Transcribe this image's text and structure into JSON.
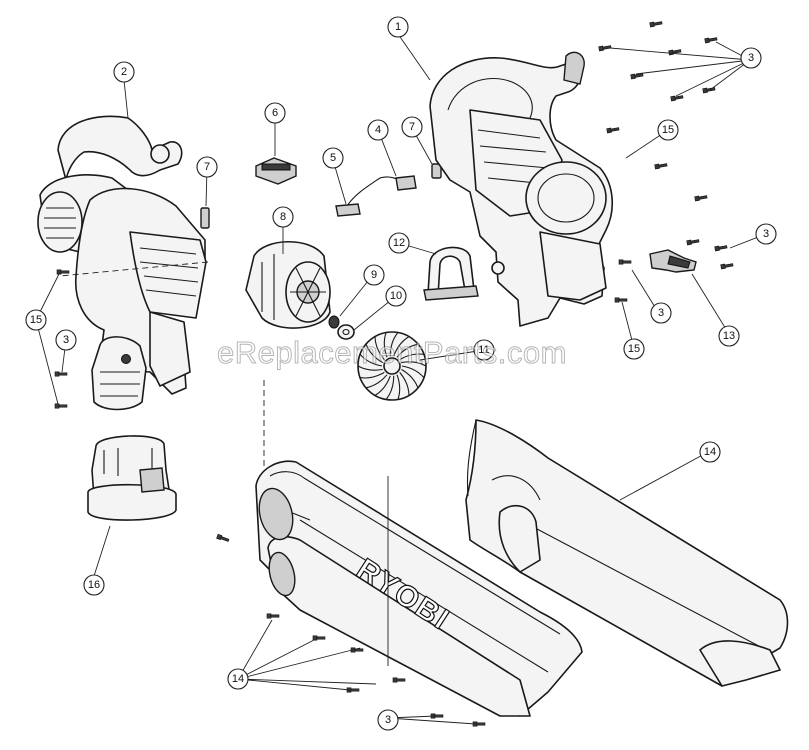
{
  "diagram": {
    "watermark": "eReplacementParts.com",
    "brand_label": "RYOBI",
    "callouts": [
      {
        "id": "c1",
        "label": "1"
      },
      {
        "id": "c2",
        "label": "2"
      },
      {
        "id": "c3a",
        "label": "3"
      },
      {
        "id": "c3b",
        "label": "3"
      },
      {
        "id": "c3c",
        "label": "3"
      },
      {
        "id": "c3d",
        "label": "3"
      },
      {
        "id": "c3e",
        "label": "3"
      },
      {
        "id": "c4",
        "label": "4"
      },
      {
        "id": "c5",
        "label": "5"
      },
      {
        "id": "c6",
        "label": "6"
      },
      {
        "id": "c7a",
        "label": "7"
      },
      {
        "id": "c7b",
        "label": "7"
      },
      {
        "id": "c8",
        "label": "8"
      },
      {
        "id": "c9",
        "label": "9"
      },
      {
        "id": "c10",
        "label": "10"
      },
      {
        "id": "c11",
        "label": "11"
      },
      {
        "id": "c12",
        "label": "12"
      },
      {
        "id": "c13",
        "label": "13"
      },
      {
        "id": "c14a",
        "label": "14"
      },
      {
        "id": "c14b",
        "label": "14"
      },
      {
        "id": "c15a",
        "label": "15"
      },
      {
        "id": "c15b",
        "label": "15"
      },
      {
        "id": "c15c",
        "label": "15"
      },
      {
        "id": "c16",
        "label": "16"
      }
    ]
  }
}
